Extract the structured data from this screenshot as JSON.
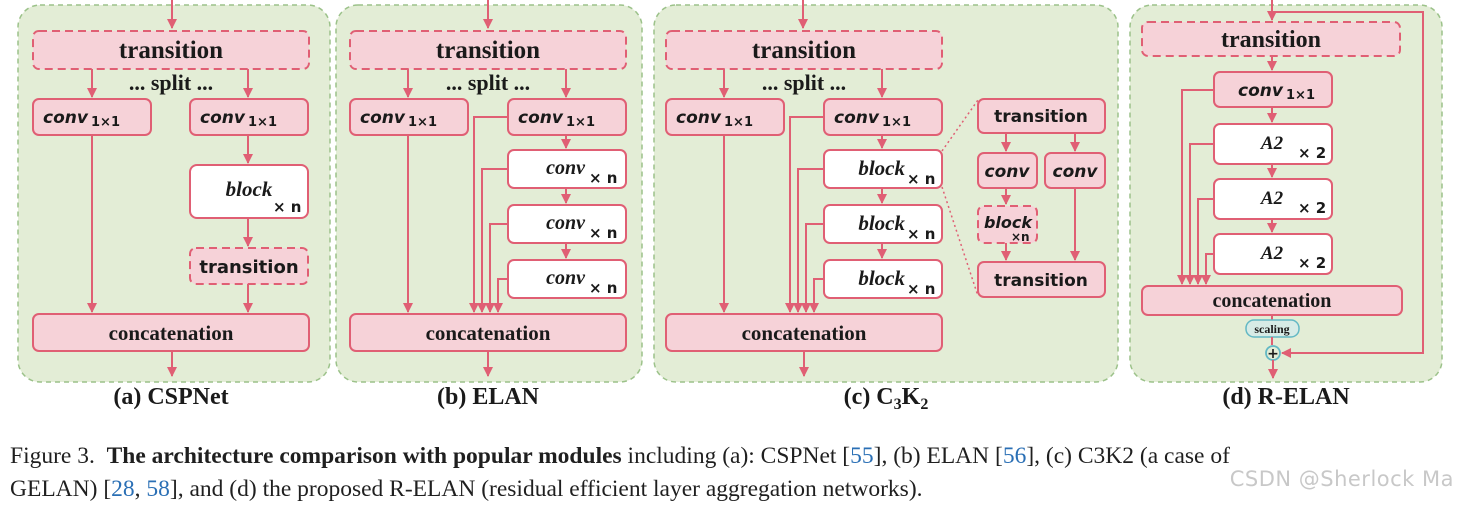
{
  "panels": [
    {
      "label": "(a) CSPNet",
      "transition_top": "transition",
      "split": "... split ...",
      "conv": "conv",
      "conv_sub": "1×1",
      "block": "block",
      "block_sub": "× n",
      "transition_inner": "transition",
      "concat": "concatenation"
    },
    {
      "label": "(b) ELAN",
      "transition_top": "transition",
      "split": "... split ...",
      "conv": "conv",
      "conv_sub": "1×1",
      "convn": "conv",
      "convn_sub": "× n",
      "concat": "concatenation"
    },
    {
      "label_prefix": "(c) C",
      "label_sub1": "3",
      "label_mid": "K",
      "label_sub2": "2",
      "transition_top": "transition",
      "split": "... split ...",
      "conv": "conv",
      "conv_sub": "1×1",
      "block": "block",
      "block_sub": "× n",
      "concat": "concatenation",
      "inset": {
        "transition_top": "transition",
        "conv_left": "conv",
        "conv_right": "conv",
        "block": "block",
        "block_sub": "×n",
        "transition_bottom": "transition"
      }
    },
    {
      "label": "(d) R-ELAN",
      "transition_top": "transition",
      "conv": "conv",
      "conv_sub": "1×1",
      "a2": "A2",
      "a2_mult": "× 2",
      "concat": "concatenation",
      "scaling": "scaling",
      "plus": "+"
    }
  ],
  "caption": {
    "fig_label": "Figure 3.",
    "bold": "The architecture comparison with popular modules",
    "t1": " including (a): CSPNet [",
    "r1": "55",
    "t2": "], (b) ELAN [",
    "r2": "56",
    "t3": "], (c) C3K2 (a case of",
    "t4": "GELAN) [",
    "r3": "28",
    "t5": ", ",
    "r4": "58",
    "t6": "], and (d) the proposed R-ELAN (residual efficient layer aggregation networks)."
  },
  "watermark": "CSDN @Sherlock  Ma",
  "colors": {
    "panel_bg": "#e3edd6",
    "panel_border": "#9cc28a",
    "line": "#e05f74",
    "box_pink": "#f6d2d8",
    "box_white": "#ffffff",
    "scaling_border": "#63b8c4",
    "link": "#2a6fb5"
  }
}
